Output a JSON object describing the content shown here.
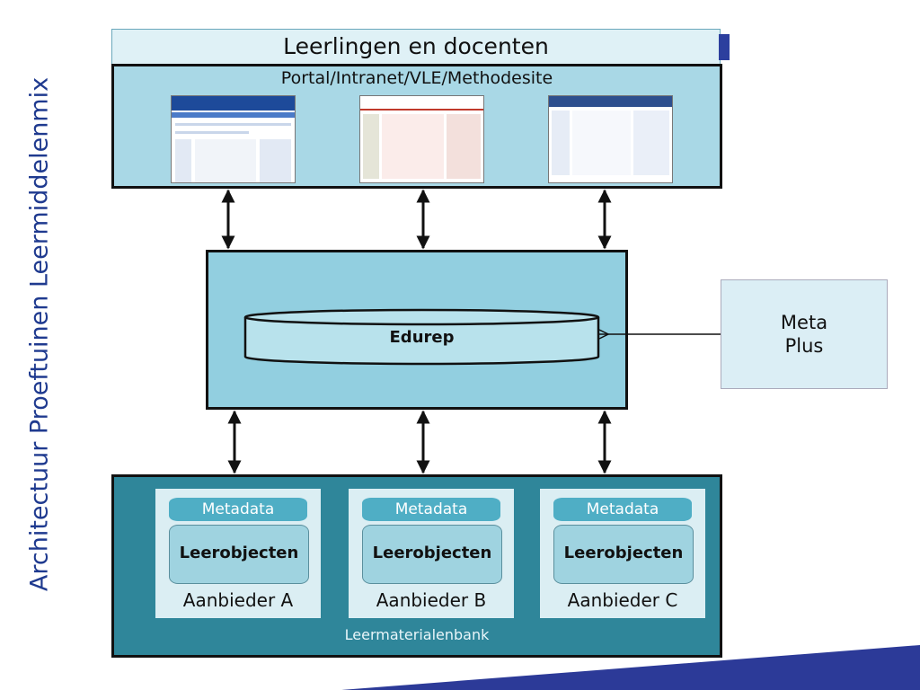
{
  "side_title": "Architectuur Proeftuinen Leermiddelenmix",
  "users_label": "Leerlingen en docenten",
  "portal_label": "Portal/Intranet/VLE/Methodesite",
  "edurep_label": "Edurep",
  "meta_plus": {
    "line1": "Meta",
    "line2": "Plus"
  },
  "bank_label": "Leermaterialenbank",
  "providers": [
    {
      "metadata": "Metadata",
      "objects": "Leerobjecten",
      "name": "Aanbieder A"
    },
    {
      "metadata": "Metadata",
      "objects": "Leerobjecten",
      "name": "Aanbieder B"
    },
    {
      "metadata": "Metadata",
      "objects": "Leerobjecten",
      "name": "Aanbieder C"
    }
  ],
  "colors": {
    "title": "#1f3a8f",
    "portal_bg": "#a9d8e6",
    "edurep_bg": "#92cfe0",
    "bank_bg": "#2f869a",
    "metadata_bg": "#4faec5",
    "accent": "#2c3f9e"
  }
}
